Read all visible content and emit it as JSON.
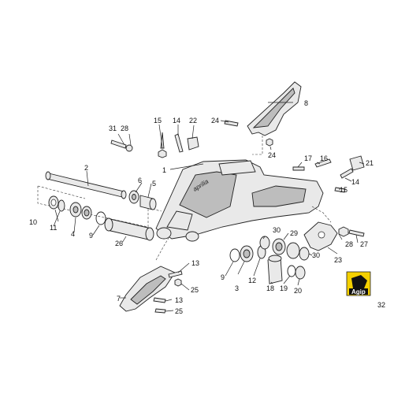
{
  "brand_mark": "aprilia",
  "lubricant_logo": "Agip",
  "callouts": {
    "c1": "1",
    "c2": "2",
    "c3": "3",
    "c4": "4",
    "c5": "5",
    "c6": "6",
    "c7": "7",
    "c8": "8",
    "c9a": "9",
    "c9b": "9",
    "c10": "10",
    "c11": "11",
    "c12": "12",
    "c13a": "13",
    "c13b": "13",
    "c14a": "14",
    "c14b": "14",
    "c15a": "15",
    "c15b": "15",
    "c16": "16",
    "c17": "17",
    "c18": "18",
    "c19": "19",
    "c20": "20",
    "c21": "21",
    "c22": "22",
    "c23": "23",
    "c24a": "24",
    "c24b": "24",
    "c25a": "25",
    "c25b": "25",
    "c26": "26",
    "c27": "27",
    "c28a": "28",
    "c28b": "28",
    "c29": "29",
    "c30a": "30",
    "c30b": "30",
    "c31": "31",
    "c32": "32"
  }
}
